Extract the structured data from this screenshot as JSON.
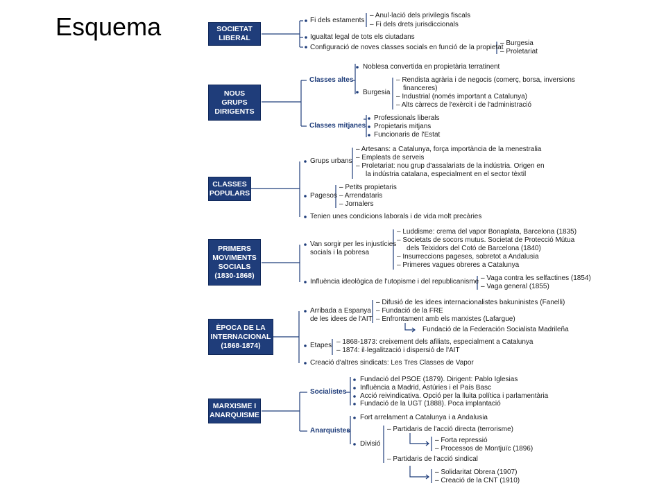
{
  "title": "Esquema",
  "sections": {
    "s1": {
      "box": [
        "SOCIETAT",
        "LIBERAL"
      ],
      "items": {
        "estaments": "Fi dels estaments",
        "anulacio": "– Anul·lació dels privilegis fiscals",
        "drets": "– Fi dels drets jurisdiccionals",
        "igualtat": "Igualtat legal de tots els ciutadans",
        "configuracio": "Configuració de noves classes socials en funció de la propietat",
        "burgesia": "– Burgesia",
        "proletariat": "– Proletariat"
      }
    },
    "s2": {
      "box": [
        "NOUS",
        "GRUPS",
        "DIRIGENTS"
      ],
      "cat_altes": "Classes altes",
      "cat_mitjanes": "Classes mitjanes",
      "items": {
        "noblesa": "Noblesa convertida en propietària terratinent",
        "burgesia": "Burgesia",
        "rendista1": "– Rendista agrària i de negocis (comerç, borsa, inversions",
        "rendista2": "financeres)",
        "industrial": "– Industrial (només important a Catalunya)",
        "alts": "– Alts càrrecs de l'exèrcit i de l'administració",
        "professionals": "Professionals liberals",
        "propietaris": "Propietaris mitjans",
        "funcionaris": "Funcionaris de l'Estat"
      }
    },
    "s3": {
      "box": [
        "CLASSES",
        "POPULARS"
      ],
      "items": {
        "grups": "Grups urbans",
        "artesans": "– Artesans: a Catalunya, força importància de la menestralia",
        "empleats": "– Empleats de serveis",
        "proletariat1": "– Proletariat: nou grup d'assalariats de la indústria. Origen en",
        "proletariat2": "la indústria catalana, especialment en el sector tèxtil",
        "pagesos": "Pagesos",
        "petits": "– Petits propietaris",
        "arrendataris": "– Arrendataris",
        "jornalers": "– Jornalers",
        "condicions": "Tenien unes condicions laborals i de vida molt precàries"
      }
    },
    "s4": {
      "box": [
        "PRIMERS",
        "MOVIMENTS",
        "SOCIALS",
        "(1830-1868)"
      ],
      "items": {
        "van1": "Van sorgir per les injustícies",
        "van2": "socials i la pobresa",
        "luddisme": "– Luddisme: crema del vapor Bonaplata, Barcelona (1835)",
        "societats1": "– Societats de socors mutus. Societat de Protecció Mútua",
        "societats2": "dels Teixidors del Cotó de Barcelona (1840)",
        "insurreccions": "– Insurreccions pageses, sobretot a Andalusia",
        "vagues": "– Primeres vagues obreres a Catalunya",
        "influencia": "Influència ideològica de l'utopisme i del republicanisme",
        "vaga_selfactines": "– Vaga contra les selfactines (1854)",
        "vaga_general": "– Vaga general (1855)"
      }
    },
    "s5": {
      "box": [
        "ÈPOCA DE LA",
        "INTERNACIONAL",
        "(1868-1874)"
      ],
      "items": {
        "arribada1": "Arribada a Espanya",
        "arribada2": "de les idees de l'AIT",
        "difusio": "– Difusió de les idees internacionalistes bakuninistes (Fanelli)",
        "fre": "– Fundació de la FRE",
        "enfrontament": "– Enfrontament amb els marxistes (Lafargue)",
        "federacio": "Fundació de la Federación Socialista Madrileña",
        "etapes": "Etapes",
        "etapa1": "– 1868-1873: creixement dels afiliats, especialment a Catalunya",
        "etapa2": "– 1874: il·legalització i dispersió de l'AIT",
        "creacio": "Creació d'altres sindicats: Les Tres Classes de Vapor"
      }
    },
    "s6": {
      "box": [
        "MARXISME I",
        "ANARQUISME"
      ],
      "cat_socialistes": "Socialistes",
      "cat_anarquistes": "Anarquistes",
      "items": {
        "psoe": "Fundació del PSOE (1879). Dirigent: Pablo Iglesias",
        "influencia": "Influència a Madrid, Astúries i el País Basc",
        "accio": "Acció reivindicativa. Opció per la lluita política i parlamentària",
        "ugt": "Fundació de la UGT (1888). Poca implantació",
        "fort": "Fort arrelament a Catalunya i a Andalusia",
        "divisio": "Divisió",
        "directa": "– Partidaris de l'acció directa (terrorisme)",
        "forta": "– Forta repressió",
        "processos": "– Processos de Montjuïc (1896)",
        "sindical": "– Partidaris de l'acció sindical",
        "solidaritat": "– Solidaritat Obrera (1907)",
        "cnt": "– Creació de la CNT (1910)"
      }
    }
  }
}
